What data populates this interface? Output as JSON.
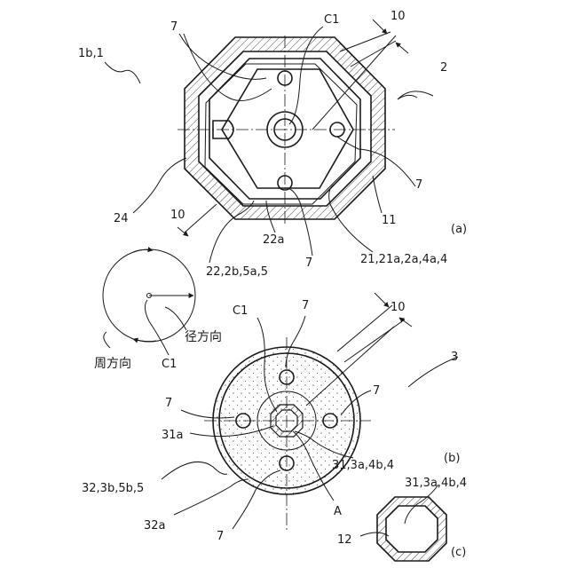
{
  "figure_a": {
    "assembly_label": "1b,1",
    "label_2": "2",
    "label_c1": "C1",
    "label_10_top": "10",
    "label_10_left": "10",
    "label_7_top": "7",
    "label_7_right": "7",
    "label_7_bottom": "7",
    "label_11": "11",
    "label_24": "24",
    "label_22a": "22a",
    "label_22": "22,2b,5a,5",
    "label_21": "21,21a,2a,4a,4",
    "panel": "(a)"
  },
  "legend": {
    "radial": "径方向",
    "circumferential": "周方向",
    "c1": "C1"
  },
  "figure_b": {
    "label_c1": "C1",
    "label_7_top": "7",
    "label_10": "10",
    "label_3": "3",
    "label_7_left": "7",
    "label_7_right": "7",
    "label_31a": "31a",
    "label_31": "31,3a,4b,4",
    "label_32": "32,3b,5b,5",
    "label_32a": "32a",
    "label_7_bottom": "7",
    "label_A": "A",
    "panel": "(b)"
  },
  "figure_c": {
    "label_31": "31,3a,4b,4",
    "label_12": "12",
    "panel": "(c)"
  }
}
